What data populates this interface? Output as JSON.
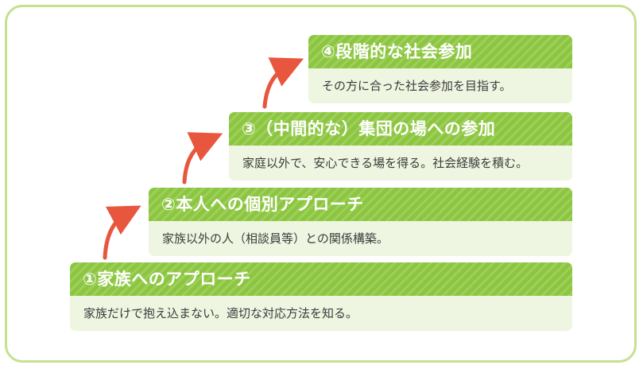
{
  "colors": {
    "frame_border": "#c5e08f",
    "header_green": "#8cc63f",
    "body_bg": "#eef5e0",
    "arrow": "#e8563e",
    "body_text": "#3c3c3c"
  },
  "steps": [
    {
      "title": "①家族へのアプローチ",
      "description": "家族だけで抱え込まない。適切な対応方法を知る。"
    },
    {
      "title": "②本人への個別アプローチ",
      "description": "家族以外の人（相談員等）との関係構築。"
    },
    {
      "title": "③（中間的な）集団の場への参加",
      "description": "家庭以外で、安心できる場を得る。社会経験を積む。"
    },
    {
      "title": "④段階的な社会参加",
      "description": "その方に合った社会参加を目指す。"
    }
  ],
  "arrow_icon": "curved-arrow-up-right-icon"
}
